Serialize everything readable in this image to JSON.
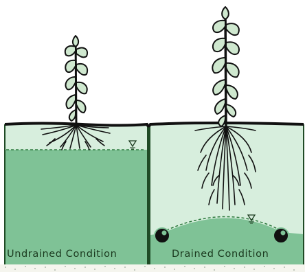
{
  "panels": [
    {
      "label": "Undrained Condition"
    },
    {
      "label": "Drained Condition"
    }
  ],
  "colors": {
    "sky": "#ffffff",
    "soil_light": "#d7eedd",
    "soil_saturated": "#7fc296",
    "outline": "#111111",
    "divider": "#1f4a25",
    "plant_fill": "#cfe8cf",
    "water_table_line": "#2e7a3e",
    "drain_pipe": "#111111",
    "drain_pipe_ring": "#7fc296",
    "gravel": "#ffffff"
  },
  "icons": {
    "water_table_marker": "triangle-down-water-symbol",
    "drain_tile": "drain-pipe-icon"
  }
}
